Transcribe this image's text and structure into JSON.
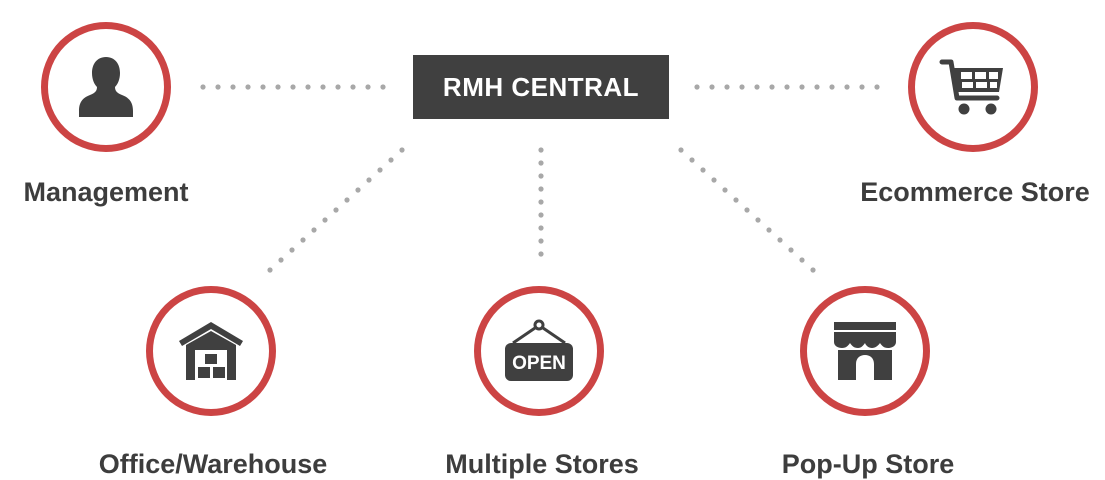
{
  "central": {
    "label": "RMH CENTRAL"
  },
  "nodes": [
    {
      "key": "management",
      "label": "Management",
      "icon": "person-icon"
    },
    {
      "key": "ecommerce",
      "label": "Ecommerce Store",
      "icon": "shopping-cart-icon"
    },
    {
      "key": "office",
      "label": "Office/Warehouse",
      "icon": "warehouse-icon"
    },
    {
      "key": "stores",
      "label": "Multiple Stores",
      "icon": "open-sign-icon"
    },
    {
      "key": "popup",
      "label": "Pop-Up Store",
      "icon": "storefront-awning-icon"
    }
  ],
  "colors": {
    "ring": "#cc4444",
    "icon": "#404040",
    "central_bg": "#404040",
    "connector": "#a8a8a8",
    "label": "#3d3d3d"
  }
}
